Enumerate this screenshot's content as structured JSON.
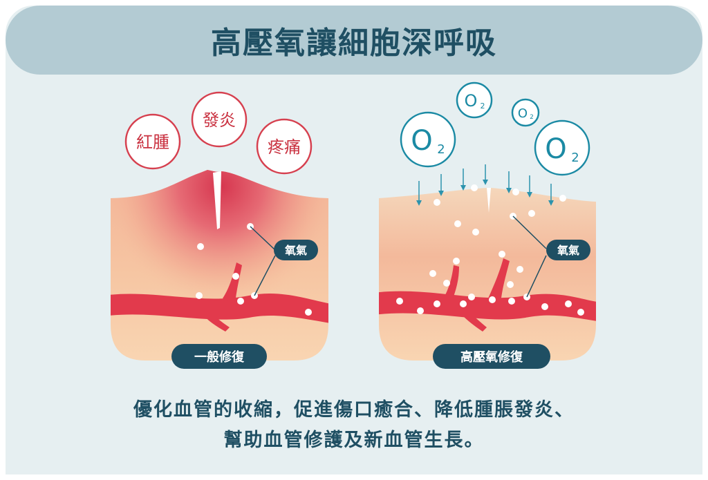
{
  "title": "高壓氧讓細胞深呼吸",
  "left_panel": {
    "symptoms": [
      "紅腫",
      "發炎",
      "疼痛"
    ],
    "oxygen_label": "氧氣",
    "caption": "一般修復"
  },
  "right_panel": {
    "o2_symbol": "O",
    "o2_subscript": "2",
    "oxygen_label": "氧氣",
    "caption": "高壓氧修復"
  },
  "description": {
    "line1": "優化血管的收縮，促進傷口癒合、降低腫脹發炎、",
    "line2": "幫助血管修護及新血管生長。"
  },
  "colors": {
    "title_bar": "#b3cbd3",
    "title_text": "#1f4f63",
    "panel_bg": "#e6eff1",
    "skin": "#f6c9a6",
    "inflammation": "#d6364f",
    "vessel": "#e23a4c",
    "o2_blue": "#1b8aa4",
    "label_bg": "#1f4f63"
  }
}
